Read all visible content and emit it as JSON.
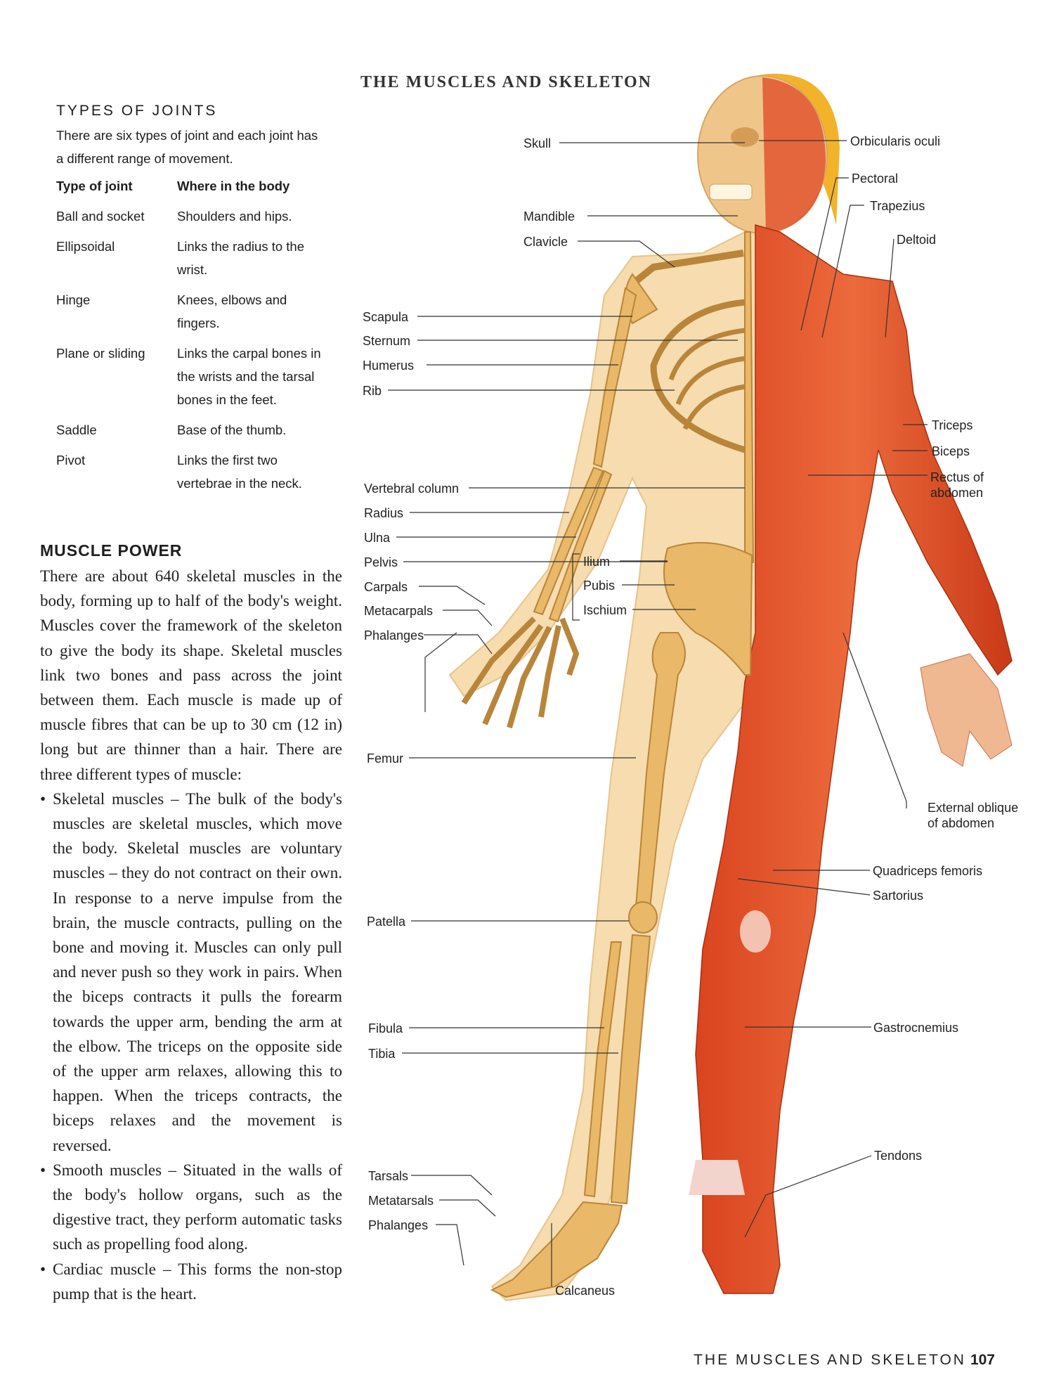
{
  "types_of_joints": {
    "title": "TYPES OF JOINTS",
    "intro": "There are six types of joint and each joint has a different range of movement.",
    "header": [
      "Type of joint",
      "Where in the body"
    ],
    "rows": [
      [
        "Ball and socket",
        "Shoulders and hips."
      ],
      [
        "Ellipsoidal",
        "Links the radius to the wrist."
      ],
      [
        "Hinge",
        "Knees, elbows and fingers."
      ],
      [
        "Plane or sliding",
        "Links the carpal bones in the wrists and the tarsal bones in the feet."
      ],
      [
        "Saddle",
        "Base of the thumb."
      ],
      [
        "Pivot",
        "Links the first two vertebrae in the neck."
      ]
    ]
  },
  "muscle_power": {
    "title": "MUSCLE POWER",
    "paragraph": "There are about 640 skeletal muscles in the body, forming up to half of the body's weight. Muscles cover the framework of the skeleton to give the body its shape. Skeletal muscles link two bones and pass across the joint between them. Each muscle is made up of muscle fibres that can be up to 30 cm (12 in) long but are thinner than a hair. There are three different types of muscle:",
    "bullets": [
      "Skeletal muscles – The bulk of the body's muscles are skeletal muscles, which move the body. Skeletal muscles are voluntary muscles – they do not contract on their own. In response to a nerve impulse from the brain, the muscle contracts, pulling on the bone and moving it. Muscles can only pull and never push so they work in pairs. When the biceps contracts it pulls the forearm towards the upper arm, bending the arm at the elbow. The triceps on the opposite side of the upper arm relaxes, allowing this to happen. When the triceps contracts, the biceps relaxes and the movement is reversed.",
      "Smooth muscles – Situated in the walls of the body's hollow organs, such as the digestive tract, they perform automatic tasks such as propelling food along.",
      "Cardiac muscle – This forms the non-stop pump that is the heart."
    ]
  },
  "figure": {
    "title": "THE MUSCLES AND SKELETON",
    "left_labels": {
      "skull": "Skull",
      "mandible": "Mandible",
      "clavicle": "Clavicle",
      "scapula": "Scapula",
      "sternum": "Sternum",
      "humerus": "Humerus",
      "rib": "Rib",
      "vertebral_column": "Vertebral column",
      "radius": "Radius",
      "ulna": "Ulna",
      "pelvis": "Pelvis",
      "carpals": "Carpals",
      "metacarpals": "Metacarpals",
      "phalanges_hand": "Phalanges",
      "ilium": "Ilium",
      "pubis": "Pubis",
      "ischium": "Ischium",
      "femur": "Femur",
      "patella": "Patella",
      "fibula": "Fibula",
      "tibia": "Tibia",
      "tarsals": "Tarsals",
      "metatarsals": "Metatarsals",
      "phalanges_foot": "Phalanges",
      "calcaneus": "Calcaneus"
    },
    "right_labels": {
      "orbicularis_oculi": "Orbicularis oculi",
      "pectoral": "Pectoral",
      "trapezius": "Trapezius",
      "deltoid": "Deltoid",
      "triceps": "Triceps",
      "biceps": "Biceps",
      "rectus_of_abdomen": "Rectus of abdomen",
      "external_oblique": "External oblique of abdomen",
      "quadriceps_femoris": "Quadriceps femoris",
      "sartorius": "Sartorius",
      "gastrocnemius": "Gastrocnemius",
      "tendons": "Tendons"
    },
    "colors": {
      "bone": "#e9b868",
      "skin": "#f6dcae",
      "muscle": "#e2552e",
      "hair": "#f2b32a"
    }
  },
  "footer": {
    "text": "THE MUSCLES AND SKELETON",
    "page_number": "107"
  }
}
